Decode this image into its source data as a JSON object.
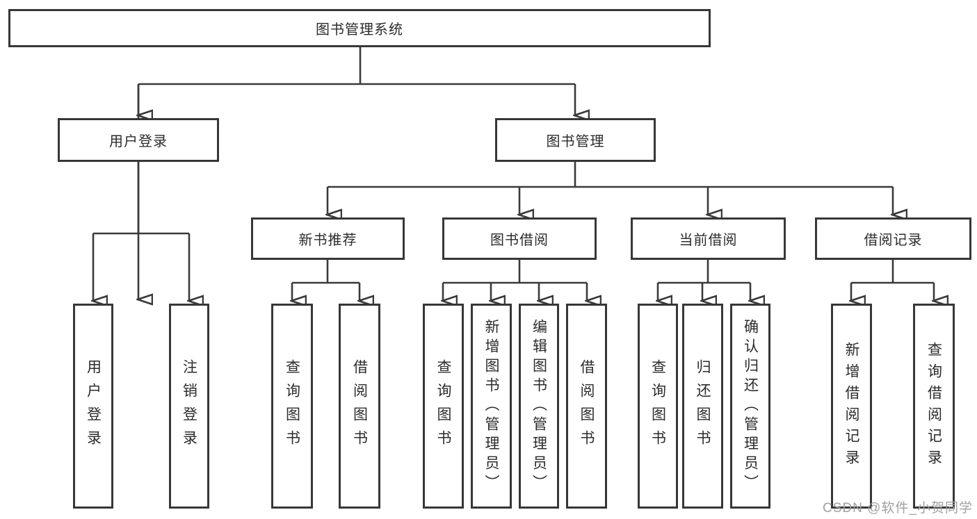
{
  "diagram": {
    "root": {
      "label": "图书管理系统"
    },
    "level2": [
      {
        "label": "用户登录"
      },
      {
        "label": "图书管理"
      }
    ],
    "level3": [
      {
        "label": "新书推荐"
      },
      {
        "label": "图书借阅"
      },
      {
        "label": "当前借阅"
      },
      {
        "label": "借阅记录"
      }
    ],
    "leaves": {
      "user_login": [
        "用户登录",
        "注销登录"
      ],
      "new_book_recommendation": [
        "查询图书",
        "借阅图书"
      ],
      "book_borrowing": [
        "查询图书",
        "新增图书（管理员）",
        "编辑图书（管理员）",
        "借阅图书"
      ],
      "current_borrowing": [
        "查询图书",
        "归还图书",
        "确认归还（管理员）"
      ],
      "borrowing_records": [
        "新增借阅记录",
        "查询借阅记录"
      ]
    },
    "colors": {
      "line": "#3a3a3a",
      "box_border": "#373737",
      "text": "#2b2b2b",
      "watermark_text_color": "#a0a0a0",
      "background": "#ffffff"
    },
    "watermark": "CSDN @软件_小贺同学"
  }
}
